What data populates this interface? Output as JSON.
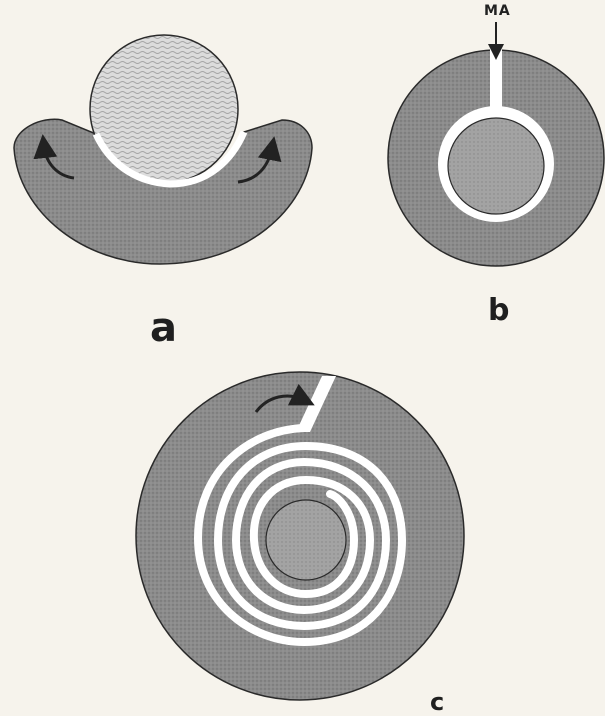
{
  "panels": {
    "a": {
      "label": "a"
    },
    "b": {
      "label": "b",
      "annotation": "MA"
    },
    "c": {
      "label": "c"
    }
  },
  "colors": {
    "background": "#f6f3ec",
    "outer_tissue": "#8a8a8a",
    "inner_tissue": "#a9a9a9",
    "core": "#cfcfcf",
    "gap": "#ffffff",
    "outline": "#2a2a2a",
    "arrow": "#222222"
  }
}
